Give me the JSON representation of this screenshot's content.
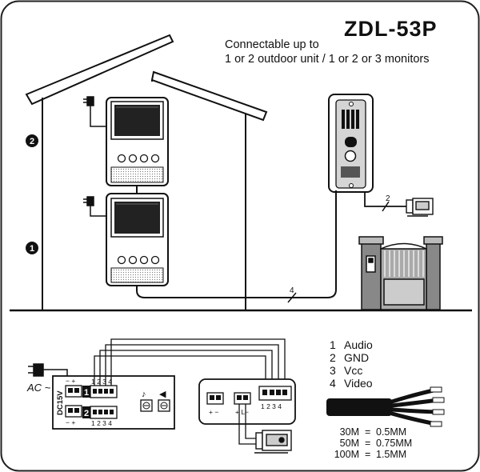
{
  "header": {
    "model": "ZDL-53P",
    "description_line1": "Connectable up to",
    "description_line2": "1 or 2 outdoor unit / 1 or 2 or 3 monitors"
  },
  "floors": {
    "floor_2_label": "2",
    "floor_1_label": "1"
  },
  "cables": {
    "outdoor_to_lock_count": "2",
    "monitor_to_outdoor_count": "4"
  },
  "wiring": {
    "ac_label": "AC ~",
    "dc_label": "DC15V",
    "psu_top_terminal": "− +",
    "psu_bottom_terminal": "− +",
    "port1_label": "1",
    "port2_label": "2",
    "port1_pins": "1 2 3 4",
    "port2_pins": "1 2 3 4",
    "outdoor_pins": "1 2 3 4",
    "outdoor_power_terminal": "+ −",
    "outdoor_lock_terminal": "+ L−"
  },
  "legend": {
    "items": [
      {
        "num": "1",
        "label": "Audio"
      },
      {
        "num": "2",
        "label": "GND"
      },
      {
        "num": "3",
        "label": "Vcc"
      },
      {
        "num": "4",
        "label": "Video"
      }
    ]
  },
  "cable_specs": [
    {
      "length": "30M",
      "eq": "=",
      "size": "0.5MM"
    },
    {
      "length": "50M",
      "eq": "=",
      "size": "0.75MM"
    },
    {
      "length": "100M",
      "eq": "=",
      "size": "1.5MM"
    }
  ]
}
